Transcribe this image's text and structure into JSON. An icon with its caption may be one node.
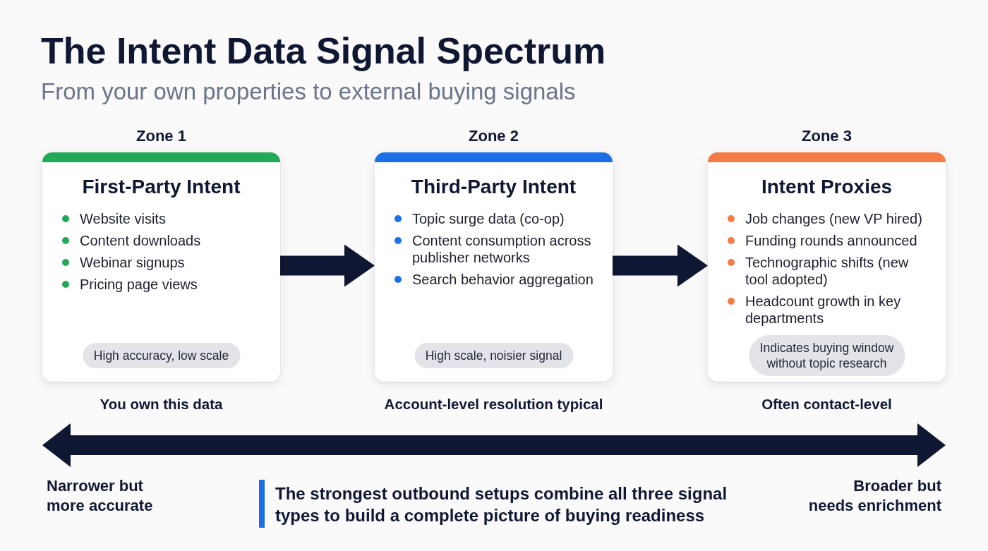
{
  "diagram": {
    "title": "The Intent Data Signal Spectrum",
    "nodes": [
      {
        "text": [
          "Zone 1",
          "First-Party Intent",
          "Website visits",
          "Content downloads",
          "Webinar signups",
          "Pricing page views",
          "High accuracy, low scale"
        ],
        "beside": [
          "You own this data"
        ]
      },
      {
        "text": [
          "Zone 2",
          "Third-Party Intent",
          "Topic surge data (co-op)",
          "Content consumption across publisher networks",
          "Search behavior aggregation",
          "High scale, noisier signal"
        ],
        "beside": [
          "Account-level resolution typical"
        ]
      },
      {
        "text": [
          "Zone 3",
          "Intent Proxies",
          "Job changes (new VP hired)",
          "Funding rounds announced",
          "Technographic shifts (new tool adopted)",
          "Headcount growth in key departments",
          "Indicates buying window without topic research"
        ],
        "beside": [
          "Often contact-level"
        ]
      }
    ],
    "edges": [
      {
        "from": 0,
        "to": 1,
        "arrow": "to"
      },
      {
        "from": 1,
        "to": 2,
        "arrow": "to"
      }
    ],
    "labels": [
      "From your own properties to external buying signals",
      "Narrower but more accurate",
      "The strongest outbound setups combine all three signal types to build a complete picture of buying readiness",
      "Broader but needs enrichment"
    ]
  }
}
